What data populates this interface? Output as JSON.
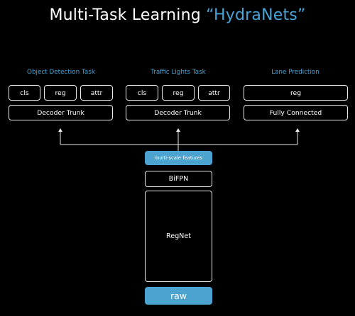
{
  "title": {
    "main": "Multi-Task Learning ",
    "accent": "“HydraNets”"
  },
  "tasks": [
    {
      "title": "Object Detection Task",
      "heads": [
        "cls",
        "reg",
        "attr"
      ],
      "trunk": "Decoder Trunk"
    },
    {
      "title": "Traffic Lights Task",
      "heads": [
        "cls",
        "reg",
        "attr"
      ],
      "trunk": "Decoder Trunk"
    },
    {
      "title": "Lane Prediction",
      "heads": [
        "reg"
      ],
      "trunk": "Fully Connected"
    }
  ],
  "backbone": {
    "features": "multi-scale features",
    "neck": "BiFPN",
    "body": "RegNet",
    "input": "raw"
  },
  "colors": {
    "accent": "#4aa3d6",
    "fill": "#4da3cf",
    "stroke": "#e8e8e8",
    "background": "#000000"
  }
}
